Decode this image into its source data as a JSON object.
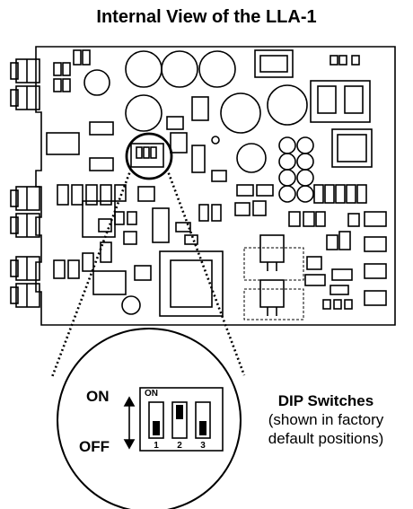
{
  "title": "Internal View of the LLA-1",
  "zoom_labels": {
    "on": "ON",
    "off": "OFF",
    "switch_on": "ON"
  },
  "switches": [
    {
      "number": "1",
      "position": "off"
    },
    {
      "number": "2",
      "position": "on"
    },
    {
      "number": "3",
      "position": "off"
    }
  ],
  "caption": {
    "heading": "DIP Switches",
    "line1": "(shown in factory",
    "line2": "default positions)"
  },
  "colors": {
    "ink": "#000000",
    "background": "#ffffff"
  }
}
